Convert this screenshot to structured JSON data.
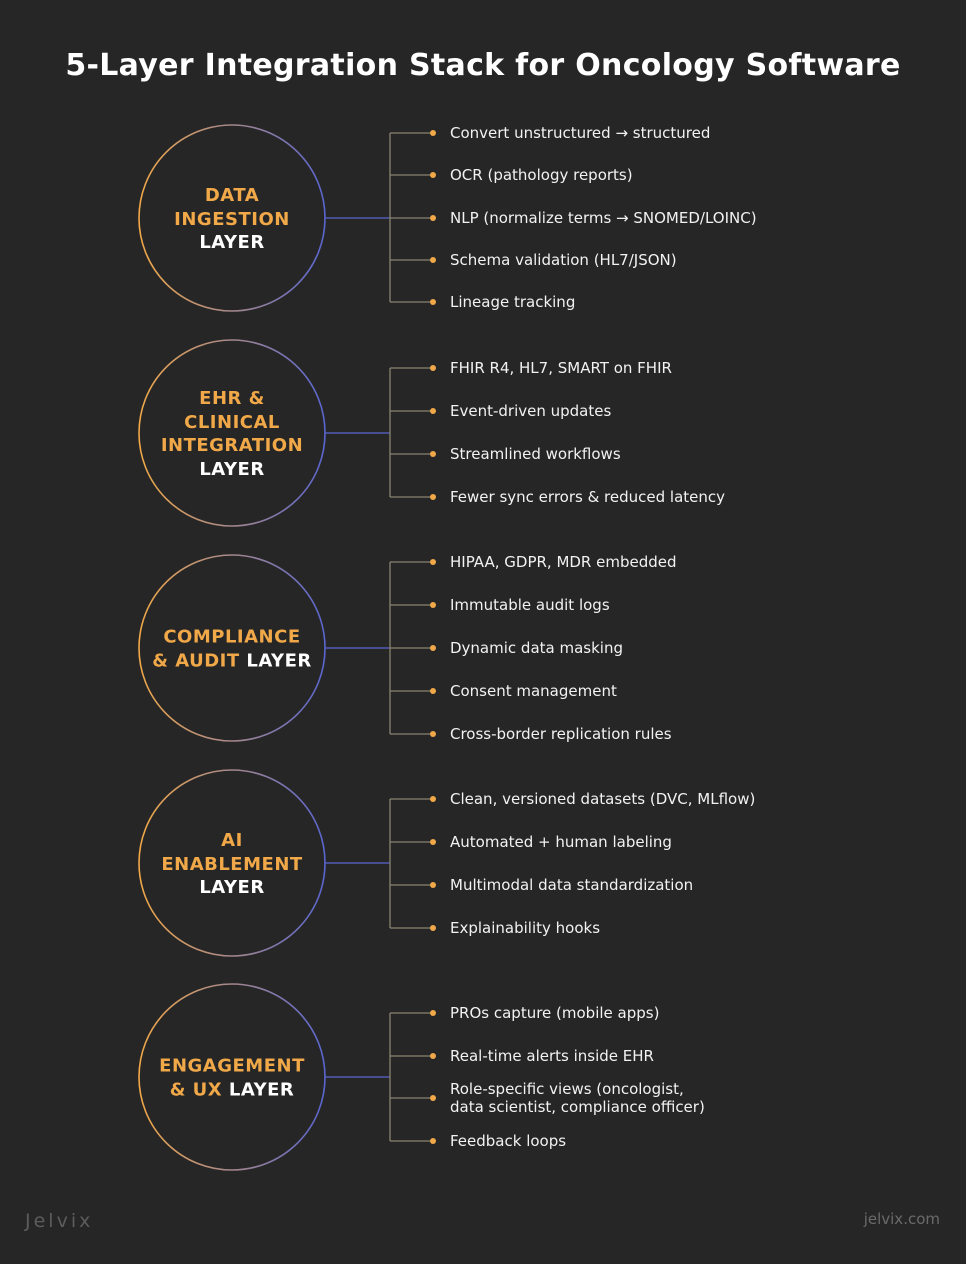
{
  "title": "5-Layer Integration Stack for Oncology Software",
  "colors": {
    "background": "#262626",
    "accent_orange": "#f0a848",
    "accent_blue": "#5560c8",
    "connector": "#8a8270",
    "text": "#f2f2f2"
  },
  "layers": [
    {
      "label_lines": [
        [
          {
            "text": "DATA",
            "hl": true
          }
        ],
        [
          {
            "text": "INGESTION",
            "hl": true
          }
        ],
        [
          {
            "text": "LAYER",
            "hl": false
          }
        ]
      ],
      "items": [
        "Convert unstructured → structured",
        "OCR (pathology reports)",
        "NLP (normalize terms → SNOMED/LOINC)",
        "Schema validation (HL7/JSON)",
        "Lineage tracking"
      ]
    },
    {
      "label_lines": [
        [
          {
            "text": "EHR &",
            "hl": true
          }
        ],
        [
          {
            "text": "CLINICAL",
            "hl": true
          }
        ],
        [
          {
            "text": "INTEGRATION",
            "hl": true
          }
        ],
        [
          {
            "text": "LAYER",
            "hl": false
          }
        ]
      ],
      "items": [
        "FHIR R4, HL7, SMART on FHIR",
        "Event-driven updates",
        "Streamlined workflows",
        "Fewer sync errors & reduced latency"
      ]
    },
    {
      "label_lines": [
        [
          {
            "text": "COMPLIANCE",
            "hl": true
          }
        ],
        [
          {
            "text": "& AUDIT ",
            "hl": true
          },
          {
            "text": "LAYER",
            "hl": false
          }
        ]
      ],
      "items": [
        "HIPAA, GDPR, MDR embedded",
        "Immutable audit logs",
        "Dynamic data masking",
        "Consent management",
        "Cross-border replication rules"
      ]
    },
    {
      "label_lines": [
        [
          {
            "text": "AI",
            "hl": true
          }
        ],
        [
          {
            "text": "ENABLEMENT",
            "hl": true
          }
        ],
        [
          {
            "text": "LAYER",
            "hl": false
          }
        ]
      ],
      "items": [
        "Clean, versioned datasets (DVC, MLflow)",
        "Automated + human labeling",
        "Multimodal data standardization",
        "Explainability hooks"
      ]
    },
    {
      "label_lines": [
        [
          {
            "text": "ENGAGEMENT",
            "hl": true
          }
        ],
        [
          {
            "text": "& UX ",
            "hl": true
          },
          {
            "text": "LAYER",
            "hl": false
          }
        ]
      ],
      "items": [
        "PROs capture (mobile apps)",
        "Real-time alerts inside EHR",
        "Role-specific views (oncologist,\ndata scientist, compliance officer)",
        "Feedback loops"
      ]
    }
  ],
  "footer": {
    "logo": "Jelvix",
    "site": "jelvix.com"
  }
}
